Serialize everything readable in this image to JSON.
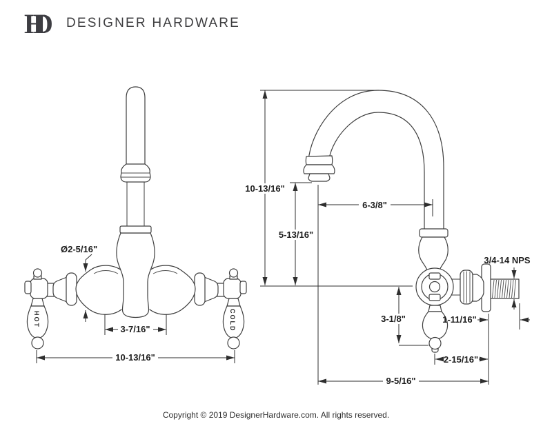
{
  "header": {
    "brand": "DESIGNER HARDWARE",
    "monogram": {
      "d": "D",
      "h": "H"
    }
  },
  "front_view": {
    "labels": {
      "escutcheon_diameter": "Ø2-5/16\"",
      "faucet_centers": "3-7/16\"",
      "overall_width": "10-13/16\"",
      "hot": "HOT",
      "cold": "COLD"
    }
  },
  "side_view": {
    "labels": {
      "overall_height": "10-13/16\"",
      "aerator_to_base": "5-13/16\"",
      "spout_reach": "6-3/8\"",
      "thread_spec": "3/4-14 NPS",
      "handle_drop": "3-1/8\"",
      "thread_length": "1-11/16\"",
      "handle_to_flange": "2-15/16\"",
      "overall_depth": "9-5/16\""
    }
  },
  "footer": {
    "copyright": "Copyright © 2019 DesignerHardware.com. All rights reserved."
  },
  "colors": {
    "line": "#3e3e3e",
    "text": "#1c1c1c",
    "background": "#ffffff"
  }
}
